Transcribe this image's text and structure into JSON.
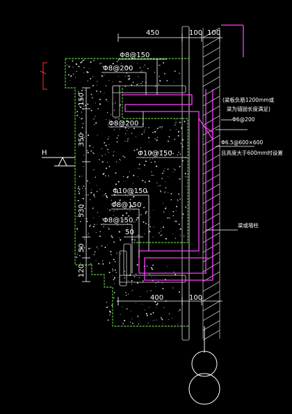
{
  "colors": {
    "background": "#000000",
    "concrete_outline": "#7dff5a",
    "rebar": "#ff3cff",
    "dimension": "#ffffff",
    "leader": "#ffffff",
    "wall_hatch": "#bfbfbf"
  },
  "dimensions": {
    "top_450": "450",
    "top_100a": "100",
    "top_100b": "100",
    "left_150": "150",
    "left_350": "350",
    "left_530": "530",
    "left_50": "50",
    "left_120": "120",
    "bottom_400": "400",
    "bottom_100": "100",
    "inner_50": "50"
  },
  "rebar_labels": {
    "phi8_150_top": "Φ8@150",
    "phi8_200_a": "Φ8@200",
    "phi8_200_b": "Φ8@200",
    "phi10_150_mid": "Φ10@150",
    "phi10_150_low": "Φ10@150",
    "phi8_150_low": "Φ8@150",
    "phi8_150_bot": "Φ8@150",
    "phi6_200": "Φ6@200",
    "phi65_600": "Φ6.5@600×600"
  },
  "notes": {
    "note_top_1": "(梁板负筋1200mm或",
    "note_top_2": "梁为锚固长度满足)",
    "note_mid": "且高度大于600mm时设置",
    "beam_wall": "梁或墙柱",
    "level_mark": "H"
  }
}
